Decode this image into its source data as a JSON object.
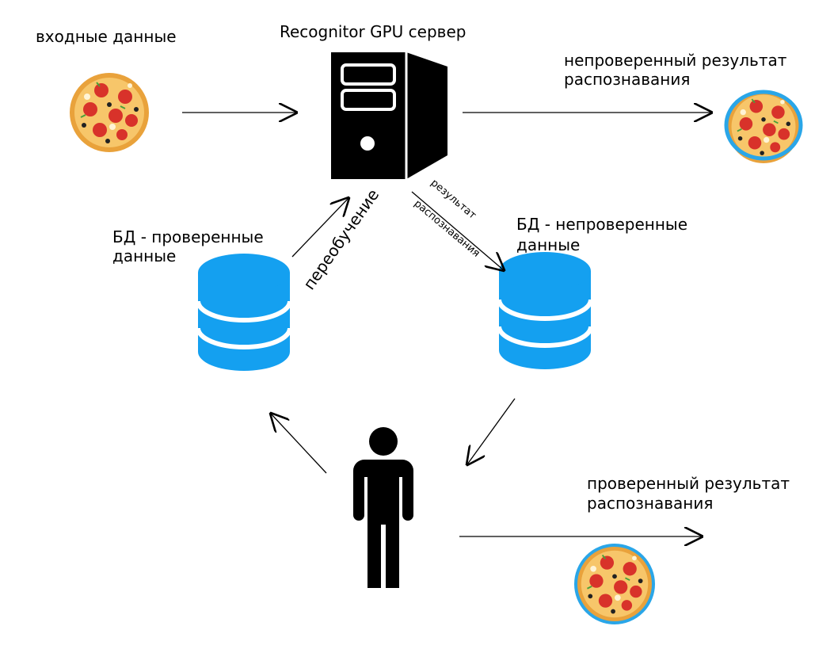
{
  "labels": {
    "input_data": "входные данные",
    "server": "Recognitor GPU сервер",
    "unverified_result_1": "непроверенный результат",
    "unverified_result_2": "распознавания",
    "db_verified_1": "БД - проверенные",
    "db_verified_2": "данные",
    "db_unverified_1": "БД - непроверенные",
    "db_unverified_2": "данные",
    "retraining": "переобучение",
    "recog_result_1": "результат",
    "recog_result_2": "распознавания",
    "verified_result_1": "проверенный результат",
    "verified_result_2": "распознавания"
  },
  "colors": {
    "database": "#14a0f0",
    "pizza_crust": "#f2b23a",
    "pizza_sauce": "#f7c66a",
    "salami": "#d8322a",
    "highlight_ring": "#2aa6e8",
    "ink": "#000000"
  },
  "icons": {
    "server": "server-tower-icon",
    "database": "database-cylinder-icon",
    "person": "person-silhouette-icon",
    "pizza": "pizza-icon"
  }
}
